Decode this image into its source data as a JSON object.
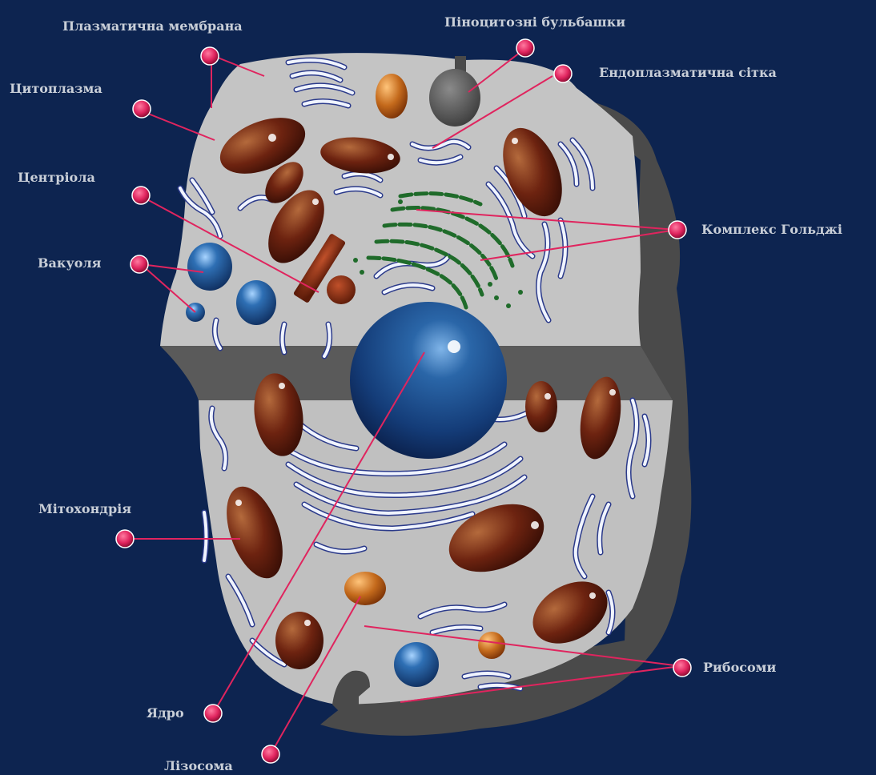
{
  "labels": {
    "plasma_membrane": "Плазматична мембрана",
    "pinocytic_vesicles": "Піноцитозні бульбашки",
    "cytoplasm": "Цитоплазма",
    "endoplasmic_reticulum": "Ендоплазматична сітка",
    "centriole": "Центріола",
    "golgi_complex": "Комплекс Гольджі",
    "vacuole": "Вакуоля",
    "mitochondria": "Мітохондрія",
    "ribosomes": "Рибосоми",
    "nucleus": "Ядро",
    "lysosome": "Лізосома"
  },
  "colors": {
    "background": "#0d2450",
    "cell_top": "#c4c4c4",
    "cell_side": "#555555",
    "callout_marker": "#e0245e",
    "leader_line": "#e0245e",
    "mitochondria": "#6b1d0e",
    "nucleus": "#1c4f8e",
    "golgi": "#1f6b2a",
    "label_text": "#c9cfd8"
  }
}
